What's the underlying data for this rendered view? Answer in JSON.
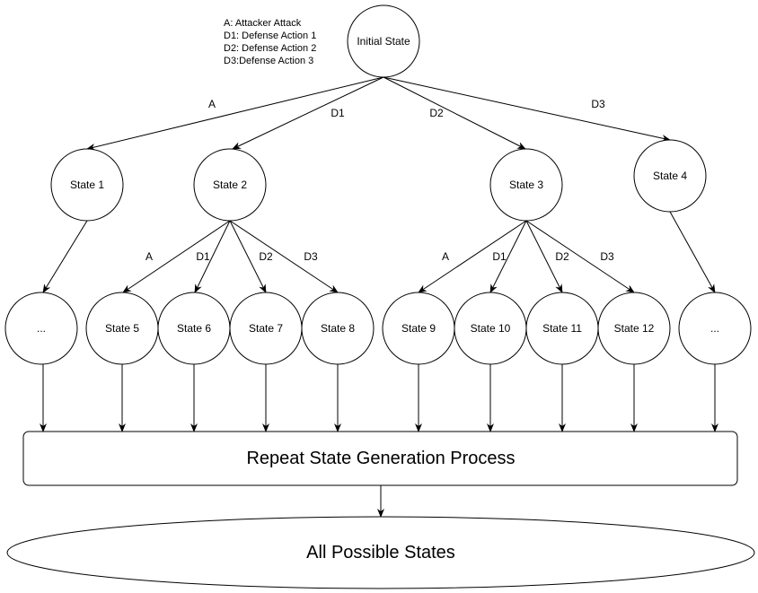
{
  "legend": [
    "A: Attacker Attack",
    "D1: Defense Action 1",
    "D2: Defense Action 2",
    "D3:Defense Action 3"
  ],
  "nodes": {
    "initial": "Initial State",
    "state1": "State 1",
    "state2": "State 2",
    "state3": "State 3",
    "state4": "State 4",
    "ellipsis_left": "...",
    "state5": "State 5",
    "state6": "State 6",
    "state7": "State 7",
    "state8": "State 8",
    "state9": "State 9",
    "state10": "State 10",
    "state11": "State 11",
    "state12": "State 12",
    "ellipsis_right": "..."
  },
  "edges": {
    "top_a": "A",
    "top_d1": "D1",
    "top_d2": "D2",
    "top_d3": "D3",
    "s2_a": "A",
    "s2_d1": "D1",
    "s2_d2": "D2",
    "s2_d3": "D3",
    "s3_a": "A",
    "s3_d1": "D1",
    "s3_d2": "D2",
    "s3_d3": "D3"
  },
  "process_box": "Repeat State Generation Process",
  "final_ellipse": "All Possible States",
  "colors": {
    "stroke": "#000000",
    "fill": "#ffffff",
    "text": "#000000"
  }
}
